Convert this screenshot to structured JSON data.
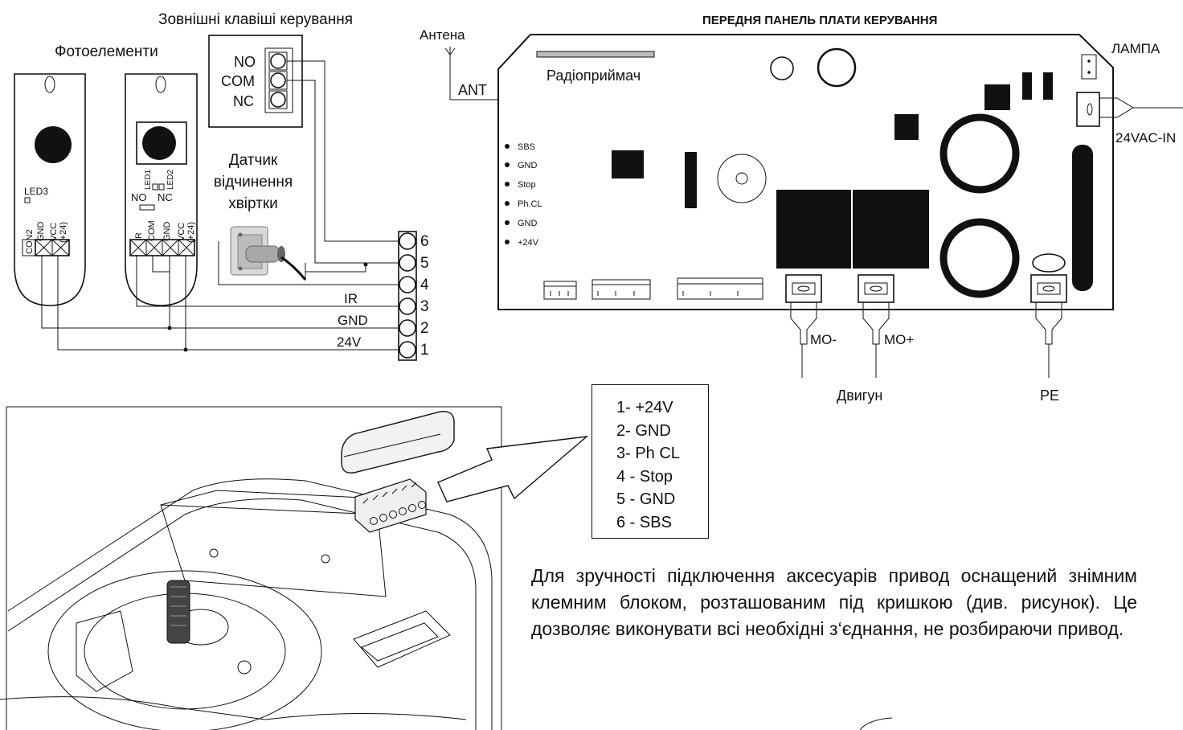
{
  "labels": {
    "ext_keys_title": "Зовнішні клавіші керування",
    "photocells_title": "Фотоелементи",
    "antenna_title": "Антена",
    "board_title": "ПЕРЕДНЯ ПАНЕЛЬ ПЛАТИ КЕРУВАННЯ",
    "lamp": "ЛАМПА",
    "power_in": "24VAC-IN",
    "ant": "ANT",
    "radio": "Радіоприймач",
    "gate_sensor_lines": [
      "Датчик",
      "відчинення",
      "хвіртки"
    ],
    "motor": "Двигун",
    "mo_minus": "MO-",
    "mo_plus": "MO+",
    "pe": "PE"
  },
  "switch_contacts": [
    "NO",
    "COM",
    "NC"
  ],
  "photocell_left": {
    "led": "LED3",
    "pins": [
      "CON2",
      "GND",
      "VCC\n(+24)"
    ]
  },
  "photocell_right": {
    "leds": [
      "LED1",
      "LED2"
    ],
    "no": "NO",
    "nc": "NC",
    "pins": [
      "IR",
      "COM",
      "GND",
      "VCC\n(+24)"
    ]
  },
  "wire_labels": [
    "IR",
    "GND",
    "24V"
  ],
  "terminal_numbers": [
    "6",
    "5",
    "4",
    "3",
    "2",
    "1"
  ],
  "board_terminals": [
    "SBS",
    "GND",
    "Stop",
    "Ph.CL",
    "GND",
    "+24V"
  ],
  "legend": [
    "1- +24V",
    "2- GND",
    "3- Ph CL",
    "4 - Stop",
    "5 - GND",
    "6 - SBS"
  ],
  "description": "Для зручності підключення аксесуарів привод оснащений знімним клемним блоком, розташованим під кришкою (див. рисунок). Це дозволяє виконувати всі необхідні з‘єднання, не розбираючи привод."
}
